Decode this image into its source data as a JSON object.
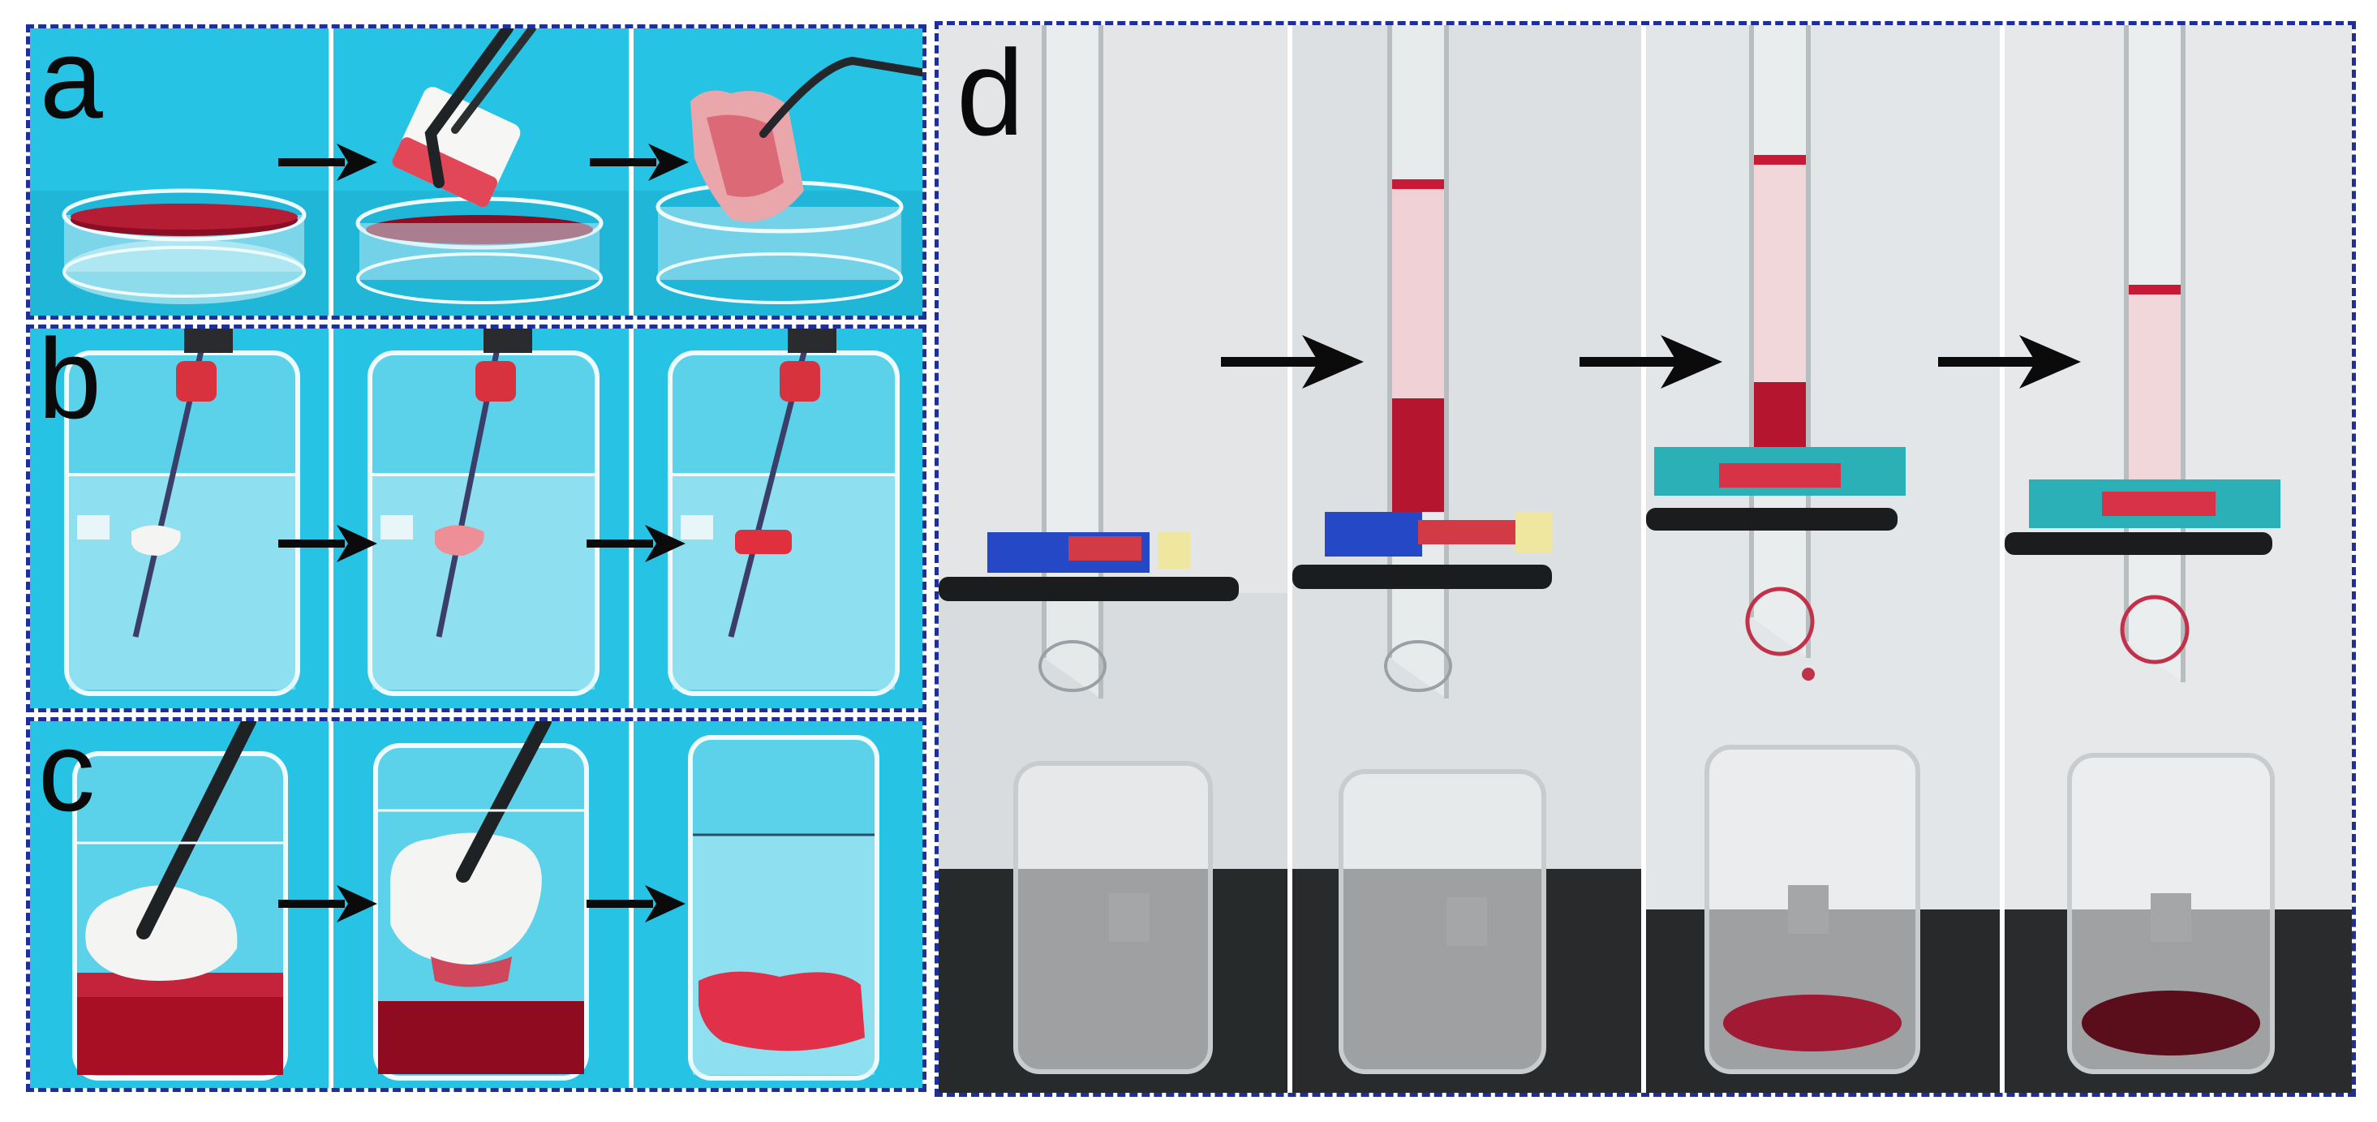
{
  "panels": [
    {
      "label": "a"
    },
    {
      "label": "b"
    },
    {
      "label": "c"
    },
    {
      "label": "d"
    }
  ],
  "colors": {
    "frame": "#1f2f9a",
    "backdrop_cyan": "#22c4e6",
    "blood": "#a3101f",
    "sponge": "#f4f4f2",
    "backdrop_grey": "#dcdfe2",
    "bench": "#2b2d2e",
    "clamp_blue": "#2348c8",
    "clamp_teal": "#2bb0b8"
  },
  "icons": [
    "right-arrow-icon"
  ]
}
